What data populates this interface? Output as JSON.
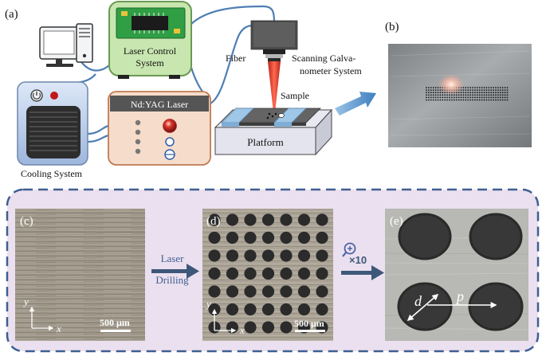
{
  "panels": {
    "a": "(a)",
    "b": "(b)",
    "c": "(c)",
    "d": "(d)",
    "e": "(e)"
  },
  "labels": {
    "laser_control": [
      "Laser Control",
      "System"
    ],
    "nd_yag": "Nd:YAG  Laser",
    "cooling": "Cooling System",
    "fiber": "Fiber",
    "galvo": [
      "Scanning Galva-",
      "nometer System"
    ],
    "sample": "Sample",
    "platform": "Platform",
    "process": [
      "Laser",
      "Drilling"
    ],
    "magnification": "×10",
    "scale_c": "500 μm",
    "scale_d": "500 μm",
    "axis_x": "x",
    "axis_y": "y",
    "dim_d": "d",
    "dim_p": "p"
  },
  "icons": [
    "computer-icon",
    "chip-icon",
    "power-button-icon",
    "fan-grille-icon",
    "zoom-in-icon",
    "arrow-icon"
  ],
  "colors": {
    "green_panel": "#c8e6b0",
    "green_border": "#6b9a52",
    "salmon_panel": "#f6dccb",
    "salmon_border": "#c07a52",
    "blue_panel": "#c9d8ee",
    "dashed_border": "#3f5f91",
    "dashed_fill": "#ebe0ef",
    "cable": "#4f7fb5",
    "arrow_blue": "#3d5779",
    "laser_red": "#d23a2a"
  }
}
